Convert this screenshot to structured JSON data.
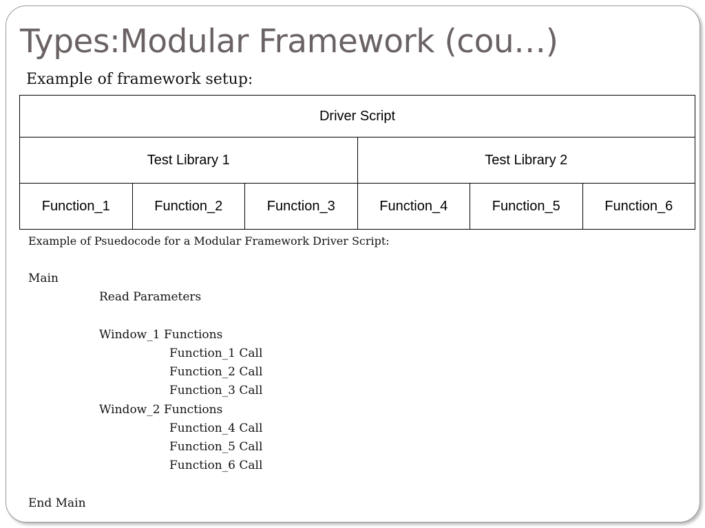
{
  "slide": {
    "title": "Types:Modular Framework (cou…)",
    "subtitle": "Example of framework setup:",
    "colors": {
      "title": "#6b6363",
      "border": "#9a9a9a",
      "text": "#111111"
    }
  },
  "framework_table": {
    "driver": "Driver Script",
    "libraries": [
      "Test Library 1",
      "Test Library 2"
    ],
    "functions": [
      "Function_1",
      "Function_2",
      "Function_3",
      "Function_4",
      "Function_5",
      "Function_6"
    ]
  },
  "pseudocode": {
    "intro": "Example of Psuedocode for a Modular Framework Driver Script:",
    "lines": [
      "Main",
      "Read Parameters",
      "Window_1 Functions",
      "Function_1 Call",
      "Function_2 Call",
      "Function_3 Call",
      "Window_2 Functions",
      "Function_4 Call",
      "Function_5 Call",
      "Function_6 Call",
      "End Main"
    ]
  }
}
